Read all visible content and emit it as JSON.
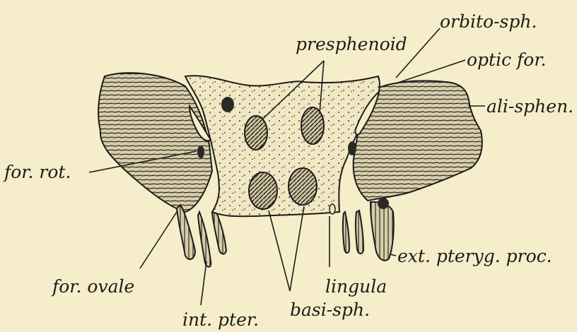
{
  "colors": {
    "paper": "#f6edca",
    "ink": "#1c1c1a",
    "bone_fill": "#efe4bd",
    "shade_fill": "#d9cdaa"
  },
  "labels": {
    "orbito_sph": "orbito-sph.",
    "presphenoid": "presphenoid",
    "optic_for": "optic for.",
    "ali_sphen": "ali-sphen.",
    "for_rot": "for. rot.",
    "ext_pteryg_proc": "ext. pteryg. proc.",
    "for_ovale": "for. ovale",
    "lingula": "lingula",
    "basi_sph": "basi-sph.",
    "int_pter": "int. pter."
  }
}
